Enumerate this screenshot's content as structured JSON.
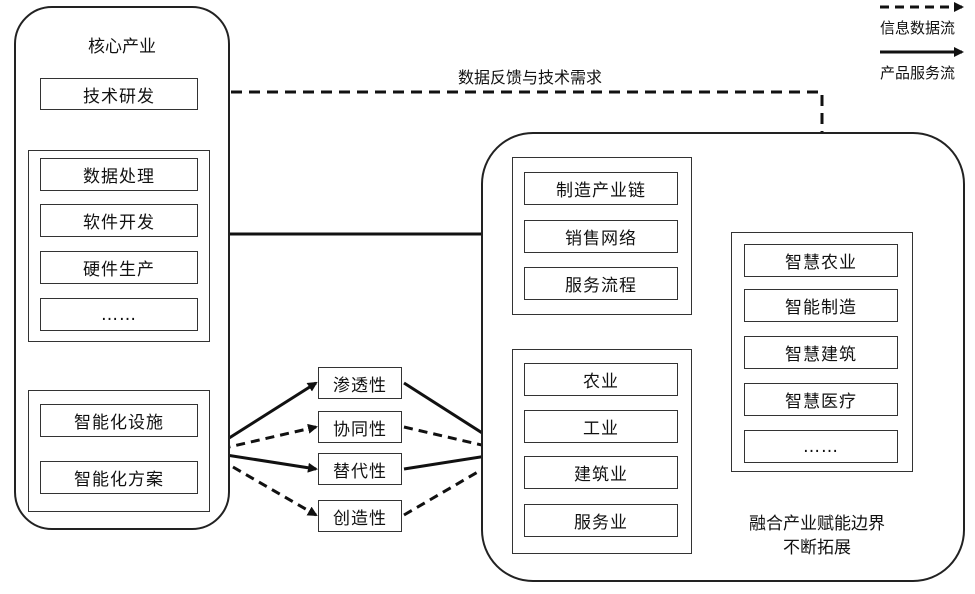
{
  "legend": {
    "info_flow": "信息数据流",
    "product_flow": "产品服务流"
  },
  "feedback_label": "数据反馈与技术需求",
  "core": {
    "title": "核心产业",
    "rd": "技术研发",
    "items": [
      "数据处理",
      "软件开发",
      "硬件生产",
      "……"
    ],
    "smart": [
      "智能化设施",
      "智能化方案"
    ]
  },
  "properties": [
    "渗透性",
    "协同性",
    "替代性",
    "创造性"
  ],
  "fusion": {
    "upper": [
      "制造产业链",
      "销售网络",
      "服务流程"
    ],
    "lower": [
      "农业",
      "工业",
      "建筑业",
      "服务业"
    ],
    "smart": [
      "智慧农业",
      "智能制造",
      "智慧建筑",
      "智慧医疗",
      "……"
    ],
    "caption_line1": "融合产业赋能边界",
    "caption_line2": "不断拓展"
  }
}
